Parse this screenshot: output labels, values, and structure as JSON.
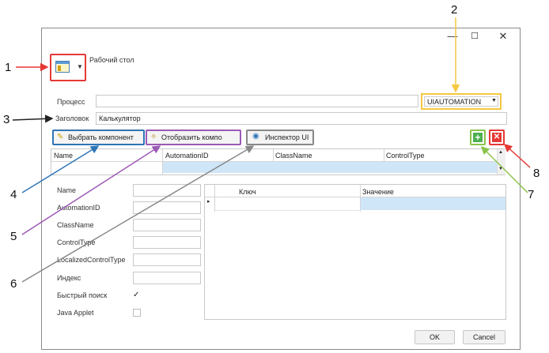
{
  "window": {
    "minimize_glyph": "—",
    "maximize_glyph": "☐",
    "close_glyph": "✕"
  },
  "header": {
    "desktop_label": "Рабочий стол"
  },
  "process": {
    "label": "Процесс",
    "value": "",
    "mode_selected": "UIAUTOMATION"
  },
  "title_field": {
    "label": "Заголовок",
    "value": "Калькулятор"
  },
  "toolbar": {
    "select_component": "Выбрать компонент",
    "show_component": "Отобразить компо",
    "inspector": "Инспектор UI"
  },
  "top_grid": {
    "columns": [
      "Name",
      "AutomationID",
      "ClassName",
      "ControlType"
    ]
  },
  "properties": {
    "labels": [
      "Name",
      "AutomationID",
      "ClassName",
      "ControlType",
      "LocalizedControlType",
      "Индекс",
      "Быстрый поиск",
      "Java Applet"
    ],
    "quick_search_checked": "✓"
  },
  "kv_grid": {
    "columns": [
      "Ключ",
      "Значение"
    ],
    "row_indicator": "▸"
  },
  "footer": {
    "ok": "OK",
    "cancel": "Cancel"
  },
  "callouts": [
    "1",
    "2",
    "3",
    "4",
    "5",
    "6",
    "7",
    "8"
  ],
  "colors": {
    "red": "#e53935",
    "yellow": "#f5c842",
    "black": "#222222",
    "blue": "#2e75b6",
    "purple": "#9b59b6",
    "gray": "#888888",
    "green": "#8bc34a",
    "selection": "#cfe6f8"
  }
}
